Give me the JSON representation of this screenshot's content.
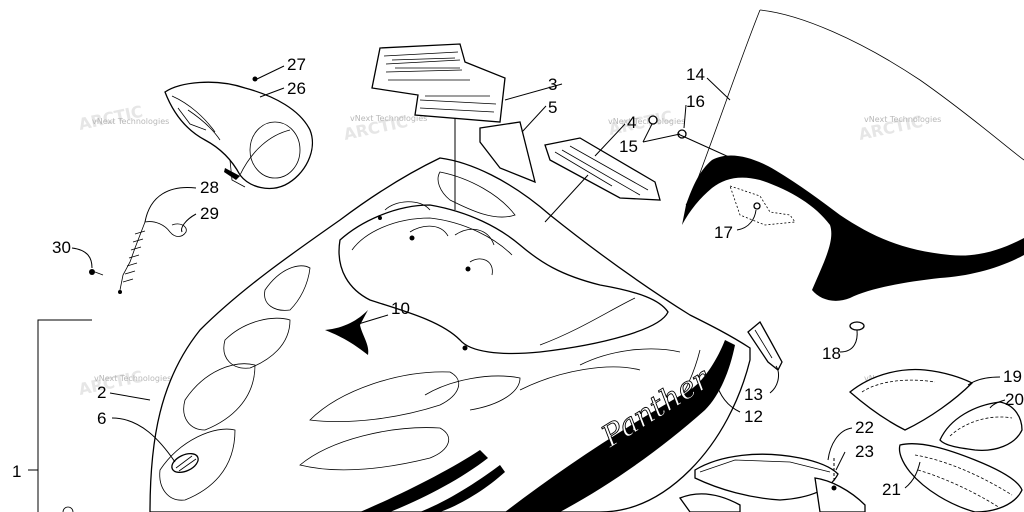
{
  "diagram": {
    "watermark_text": "vNext Technologies",
    "hood_script": "Panther",
    "callouts": [
      {
        "label": "1"
      },
      {
        "label": "2"
      },
      {
        "label": "3"
      },
      {
        "label": "4"
      },
      {
        "label": "5"
      },
      {
        "label": "6"
      },
      {
        "label": "10"
      },
      {
        "label": "12"
      },
      {
        "label": "13"
      },
      {
        "label": "14"
      },
      {
        "label": "15"
      },
      {
        "label": "16"
      },
      {
        "label": "17"
      },
      {
        "label": "18"
      },
      {
        "label": "19"
      },
      {
        "label": "20"
      },
      {
        "label": "21"
      },
      {
        "label": "22"
      },
      {
        "label": "23"
      },
      {
        "label": "26"
      },
      {
        "label": "27"
      },
      {
        "label": "28"
      },
      {
        "label": "29"
      },
      {
        "label": "30"
      }
    ]
  }
}
